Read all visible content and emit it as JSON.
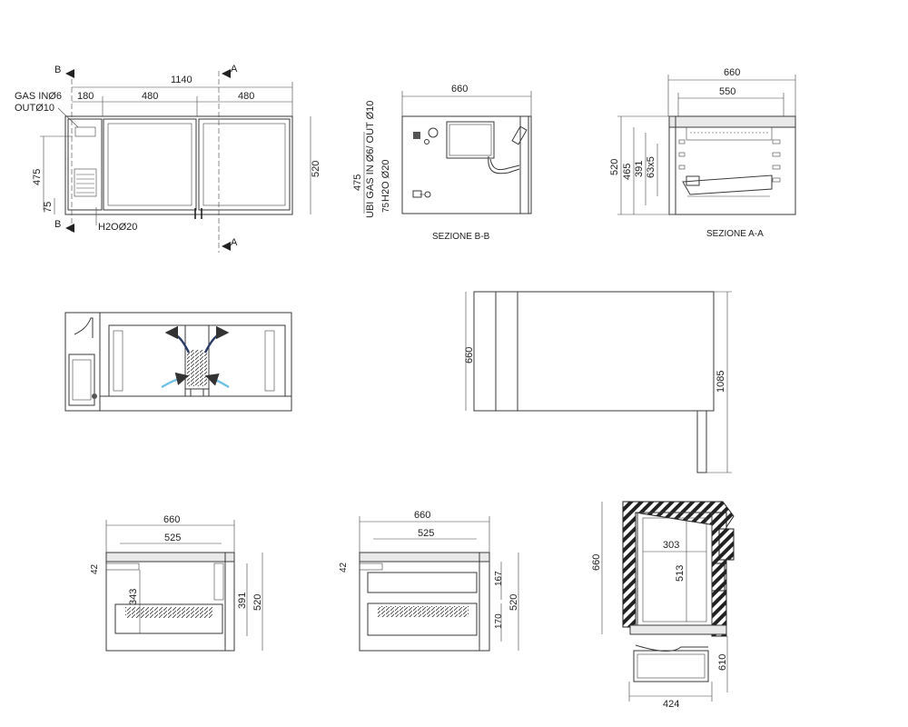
{
  "front_view": {
    "section_b": "B",
    "section_a": "A",
    "dims": {
      "overall_width": "1140",
      "left_module": "180",
      "door1": "480",
      "door2": "480",
      "height": "520",
      "left_height": "475",
      "bottom_75": "75"
    },
    "labels": {
      "gas_in": "GAS INØ6",
      "gas_out": "OUTØ10",
      "h2o": "H2OØ20"
    }
  },
  "section_bb": {
    "dim_width": "660",
    "vertical_label": "UBI GAS IN Ø6/ OUT Ø10",
    "h2o_label": "H2O Ø20",
    "dim_475": "475",
    "dim_75": "75",
    "caption": "SEZIONE B-B"
  },
  "section_aa": {
    "dim_660": "660",
    "dim_550": "550",
    "dim_520": "520",
    "dim_465": "465",
    "dim_391": "391",
    "dim_63x5": "63x5",
    "caption": "SEZIONE A-A"
  },
  "side_view": {
    "dim_660": "660",
    "dim_1085": "1085"
  },
  "section_left_bottom": {
    "dim_660": "660",
    "dim_525": "525",
    "dim_42": "42",
    "dim_343": "343",
    "dim_391": "391",
    "dim_520": "520"
  },
  "section_mid_bottom": {
    "dim_660": "660",
    "dim_525": "525",
    "dim_42": "42",
    "dim_167": "167",
    "dim_170": "170",
    "dim_520": "520"
  },
  "installation_view": {
    "dim_660": "660",
    "dim_303": "303",
    "dim_513": "513",
    "dim_610": "610",
    "dim_424": "424"
  }
}
